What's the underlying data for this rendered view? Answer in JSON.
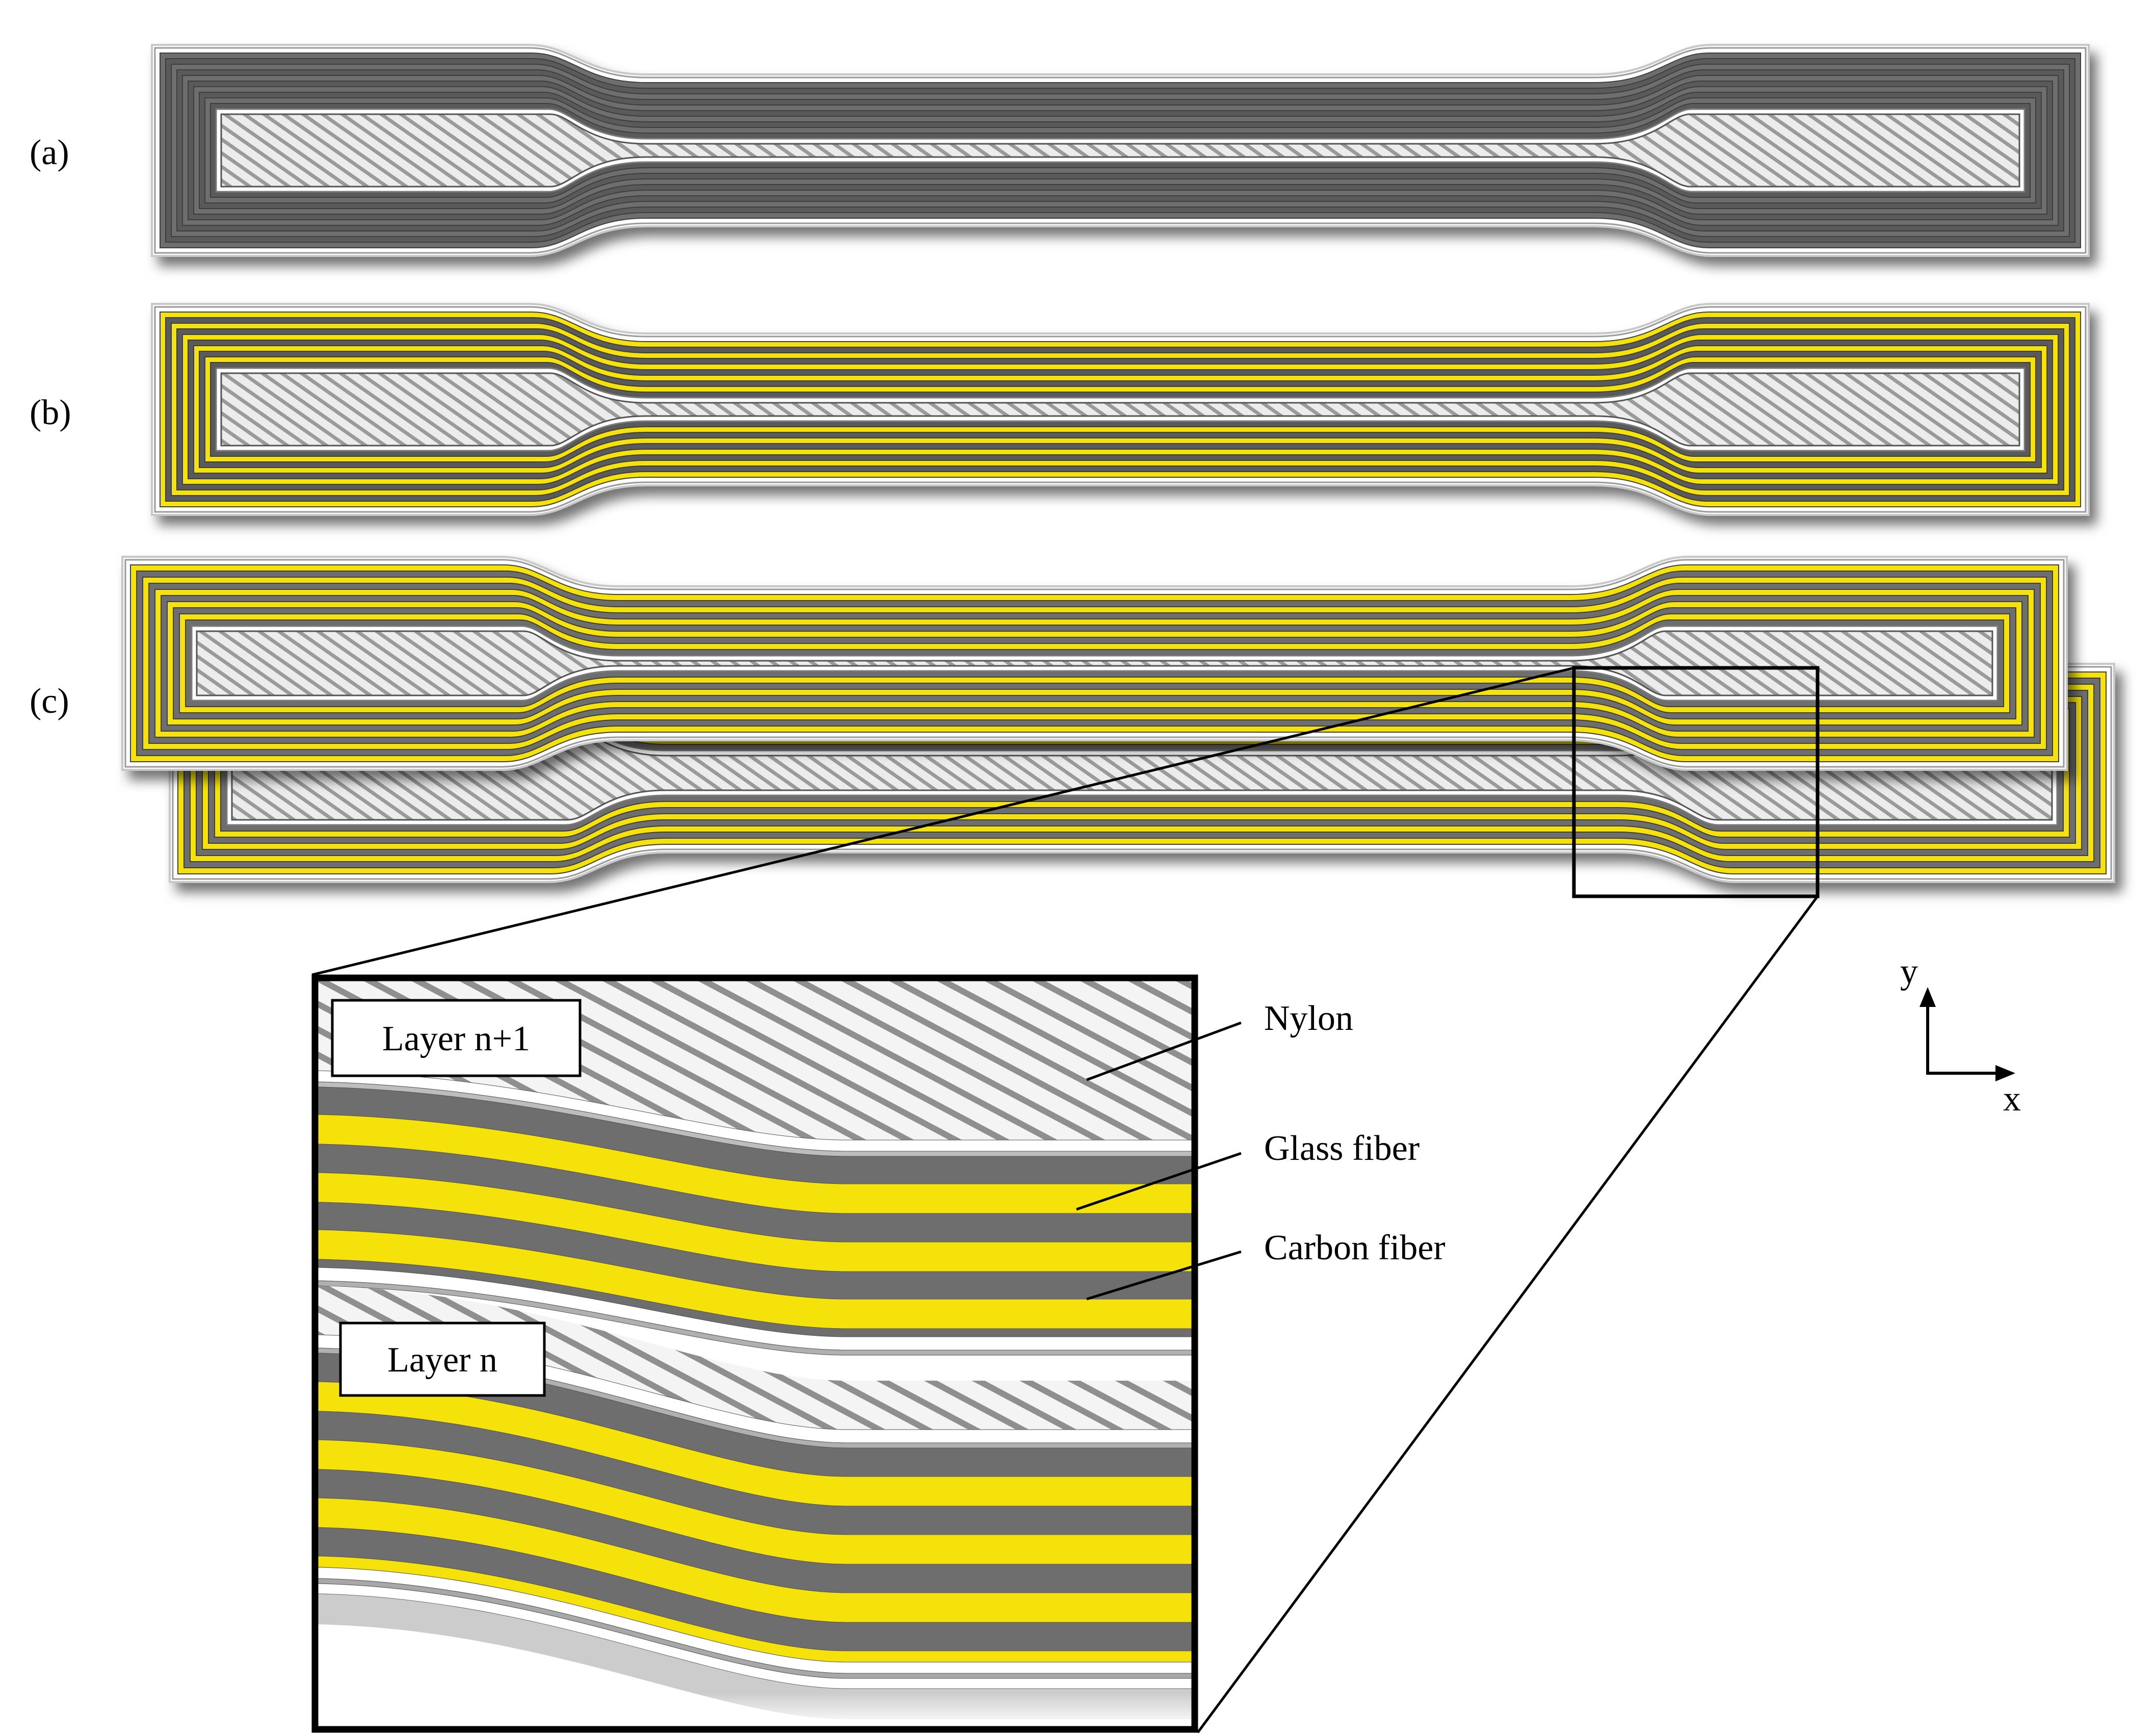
{
  "panel_labels": {
    "a": "(a)",
    "b": "(b)",
    "c": "(c)"
  },
  "inset_labels": {
    "layer_top": "Layer n+1",
    "layer_bottom": "Layer n"
  },
  "legend": {
    "nylon": "Nylon",
    "glass": "Glass fiber",
    "carbon": "Carbon fiber"
  },
  "axes": {
    "y": "y",
    "x": "x"
  },
  "colors": {
    "carbon": "#6e6e6e",
    "carbon_dark": "#5a5a5a",
    "glass": "#f4e20a",
    "glass_light": "#fff35c",
    "nylon": "#e6e6e6",
    "nylon_edge": "#b5b5b5",
    "frame": "#000000"
  }
}
